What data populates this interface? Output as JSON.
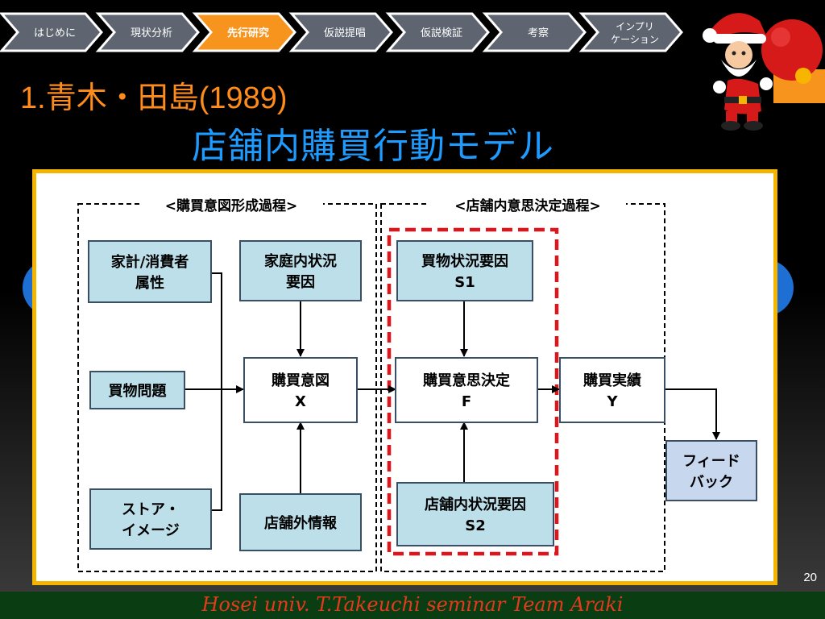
{
  "nav": {
    "tabs": [
      {
        "label": "はじめに",
        "active": false
      },
      {
        "label": "現状分析",
        "active": false
      },
      {
        "label": "先行研究",
        "active": true
      },
      {
        "label": "仮説提唱",
        "active": false
      },
      {
        "label": "仮説検証",
        "active": false
      },
      {
        "label": "考察",
        "active": false
      },
      {
        "label": "インプリ",
        "label2": "ケーション",
        "active": false
      }
    ]
  },
  "title1": "1.青木・田島(1989)",
  "title2": "店舗内購買行動モデル",
  "diagram": {
    "group_left": "<購買意図形成過程>",
    "group_right": "<店舗内意思決定過程>",
    "boxes": {
      "attr": [
        "家計/消費者",
        "属性"
      ],
      "home": [
        "家庭内状況",
        "要因"
      ],
      "problem": [
        "買物問題"
      ],
      "image": [
        "ストア・",
        "イメージ"
      ],
      "info": [
        "店舗外情報"
      ],
      "intent": [
        "購買意図",
        "X"
      ],
      "s1": [
        "買物状況要因",
        "S1"
      ],
      "decision": [
        "購買意思決定",
        "F"
      ],
      "s2": [
        "店舗内状況要因",
        "S2"
      ],
      "result": [
        "購買実績",
        "Y"
      ],
      "feedback": [
        "フィード",
        "バック"
      ]
    }
  },
  "page_number": "20",
  "footer": "Hosei univ. T.Takeuchi seminar Team Araki",
  "colors": {
    "accent_orange": "#f7941d",
    "title_blue": "#1e9bff",
    "box_blue": "#bcdfe9",
    "dash_red": "#e0151b"
  }
}
